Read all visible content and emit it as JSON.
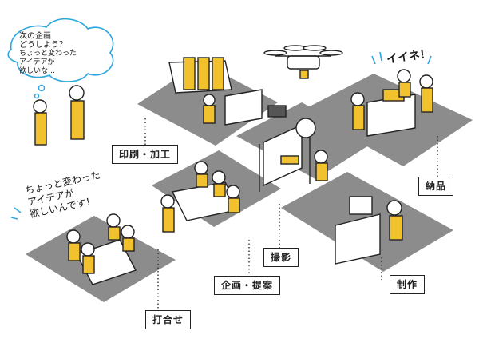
{
  "labels": {
    "print": "印刷・加工",
    "delivery": "納品",
    "shoot": "撮影",
    "plan": "企画・提案",
    "make": "制作",
    "meeting": "打合せ"
  },
  "speech": {
    "thought_lines": [
      "次の企画",
      "どうしよう？",
      "ちょっと変わった",
      "アイデアが",
      "欲しいな…"
    ],
    "client_lines": [
      "ちょっと変わった",
      "アイデアが",
      "欲しいんです！"
    ],
    "nice": "イイネ！"
  },
  "colors": {
    "floor": "#8c8c8c",
    "accent": "#f2c12e",
    "line": "#222222"
  }
}
